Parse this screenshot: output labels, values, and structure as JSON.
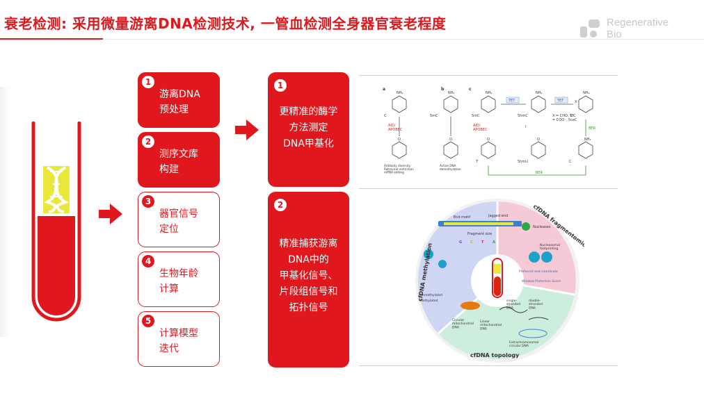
{
  "header": {
    "title": "衰老检测: 采用微量游离DNA检测技术, 一管血检测全身器官衰老程度",
    "logo_line1": "Regenerative",
    "logo_line2": "Bio"
  },
  "steps": [
    {
      "num": "1",
      "label": "游离DNA\n预处理"
    },
    {
      "num": "2",
      "label": "测序文库\n构建"
    },
    {
      "num": "3",
      "label": "器官信号\n定位"
    },
    {
      "num": "4",
      "label": "生物年龄\n计算"
    },
    {
      "num": "5",
      "label": "计算模型\n迭代"
    }
  ],
  "methods": [
    {
      "num": "1",
      "label": "更精准的酶学\n方法测定\nDNA甲基化"
    },
    {
      "num": "2",
      "label": "精准捕获游离\nDNA中的\n甲基化信号、\n片段组信号和\n拓扑信号"
    }
  ],
  "figure_top": {
    "panel_a": "a",
    "panel_b": "b",
    "panel_c": "c",
    "nh2": "NH₂",
    "o": "O",
    "mod_5mc": "5mC",
    "mod_5hmc": "5hmC",
    "mod_c": "C",
    "mod_t": "T",
    "mod_5hmu": "5hmU",
    "mod_x": "X",
    "enzyme_tet": "TET",
    "enzyme_aid": "AID/\nAPOBEC",
    "enzyme_ber": "BER",
    "x_note": "X = CHO, 5fC\n= COO⁻, 5caC",
    "caption_a": "Antibody diversity\nRetroviral restriction\nmRNA editing",
    "caption_b": "Active DNA\ndemethylation",
    "question": "?"
  },
  "figure_bottom": {
    "fragmentomics": "cfDNA fragmentomics",
    "methylation": "cfDNA methylation",
    "topology": "cfDNA topology",
    "end_motif": "End motif",
    "jagged_end": "Jagged end",
    "nucleases": "Nucleases",
    "fragment_size": "Fragment size",
    "bases": [
      "G",
      "C",
      "T",
      "A"
    ],
    "nucleosomal": "Nucleosomal\nfootprinting",
    "preferred_end": "Preferred end coordinate",
    "wps": "Window Protection Score",
    "unmethylated": "Unmethylated",
    "methylated": "Methylated",
    "circular_mito": "Circular\nmitochondrial\nDNA",
    "linear_mito": "Linear\nmitochondrial\nDNA",
    "single_stranded": "single-\nstranded\nDNA",
    "double_stranded": "double-\nstranded\nDNA",
    "extrachromosomal": "Extrachromosomal\ncircular DNA"
  },
  "colors": {
    "accent_red": "#e0171c",
    "tube_yellow": "#e9e73a",
    "fragmentomics_sector": "#f6c9d6",
    "methylation_sector": "#cfd6f3",
    "topology_sector": "#cdeedd"
  },
  "icons": [
    "arrow-right-icon",
    "test-tube-icon",
    "dna-helix-icon",
    "logo-mark-icon"
  ]
}
